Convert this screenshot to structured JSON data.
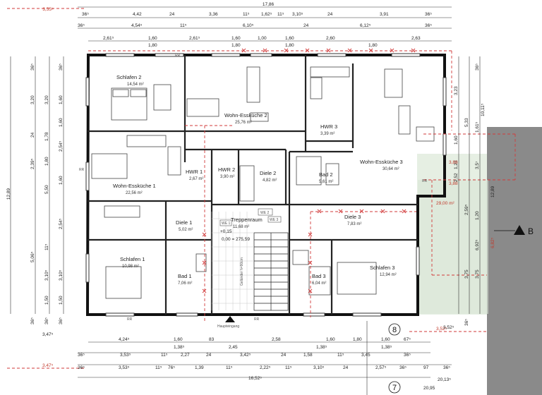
{
  "rooms": [
    {
      "name": "Schlafen 2",
      "area": "14,54 m²"
    },
    {
      "name": "Wohn-Essküche 2",
      "area": "25,76 m²"
    },
    {
      "name": "HWR 3",
      "area": "3,39 m²"
    },
    {
      "name": "Wohn-Essküche 3",
      "area": "30,64 m²"
    },
    {
      "name": "HWR 1",
      "area": "2,67 m²"
    },
    {
      "name": "HWR 2",
      "area": "3,90 m²"
    },
    {
      "name": "Diele 2",
      "area": "4,82 m²"
    },
    {
      "name": "Bad 2",
      "area": "5,61 m²"
    },
    {
      "name": "Wohn-Essküche 1",
      "area": "22,56 m²"
    },
    {
      "name": "Diele 1",
      "area": "5,02 m²"
    },
    {
      "name": "Treppenraum",
      "area": "11,68 m²"
    },
    {
      "name": "Diele 3",
      "area": "7,83 m²"
    },
    {
      "name": "Schlafen 1",
      "area": "10,98 m²"
    },
    {
      "name": "Bad 1",
      "area": "7,06 m²"
    },
    {
      "name": "Bad 3",
      "area": "6,04 m²"
    },
    {
      "name": "Schlafen 3",
      "area": "12,94 m²"
    }
  ],
  "annotations": {
    "we1": "WE 1",
    "we2": "WE 2",
    "we3": "WE 3",
    "level1": "+0,15",
    "level2": "0,00 = 275,59",
    "entrance": "Haupteingang",
    "terrace_area": "29,00 m²",
    "section": "B",
    "axis8": "8",
    "axis7": "7",
    "stair_note": "Geländer h=90cm",
    "rr": "RR"
  },
  "dims": {
    "top_overall": "17,86",
    "top_red_left": "3,55⁵",
    "row1": [
      "36⁵",
      "4,42",
      "24",
      "3,36",
      "11⁵",
      "1,62⁵",
      "11⁵",
      "3,10⁵",
      "24",
      "3,91",
      "36⁵"
    ],
    "row2": [
      "36⁵",
      "4,54⁵",
      "11⁵",
      "6,10⁵",
      "24",
      "6,12⁵",
      "36⁵"
    ],
    "row3a": [
      "2,61⁵",
      "1,60",
      "2,61⁵",
      "1,60",
      "1,00",
      "1,60",
      "2,60",
      "2,63"
    ],
    "row3b": [
      "1,80",
      "1,80",
      "1,80",
      "1,80"
    ],
    "left_outer": "12,89",
    "left_a": [
      "36⁵",
      "3,20",
      "24",
      "2,39⁵",
      "5,06⁵",
      "36⁵"
    ],
    "left_b": [
      "3,20",
      "1,78",
      "5,50",
      "1,80",
      "11⁵",
      "3,10⁵",
      "1,50",
      "36⁵"
    ],
    "left_c": [
      "36⁵",
      "1,60",
      "1,60",
      "2,54⁵",
      "1,60",
      "2,54⁵",
      "3,10⁵",
      "1,50",
      "36⁵"
    ],
    "right_a": [
      "3,23",
      "5,33",
      "1,60",
      "1,23",
      "2,52",
      "2,59⁵",
      "3,75",
      "36⁵"
    ],
    "right_b": [
      "36⁵",
      "1,61⁵",
      "3,5⁷",
      "1,20",
      "6,92⁵",
      "3,75"
    ],
    "right_c": [
      "10,11⁵",
      "3,88",
      "12,89"
    ],
    "right_red": [
      "3,88",
      "6,82⁵",
      "3,52⁵"
    ],
    "bottom_red_left": "3,47⁵",
    "bottom_red_left2": "3,47⁵",
    "b_row1": [
      "4,24⁵",
      "1,60",
      "83",
      "2,58",
      "1,60",
      "1,80",
      "1,60",
      "67⁵"
    ],
    "b_row1b": [
      "1,38⁵",
      "2,45",
      "1,38⁵",
      "1,38⁵"
    ],
    "b_row2": [
      "36⁵",
      "3,53⁵",
      "11⁵",
      "2,27",
      "24",
      "3,42⁵",
      "24",
      "1,58",
      "11⁵",
      "3,45",
      "36⁵"
    ],
    "b_row3": [
      "36⁵",
      "3,53⁵",
      "11⁵",
      "76⁵",
      "1,39",
      "11⁵",
      "2,22⁵",
      "11⁵",
      "3,10⁵",
      "24",
      "2,57⁵",
      "36⁵",
      "97",
      "36⁵"
    ],
    "b_overall": "16,52⁵",
    "b_right": [
      "3,52⁵",
      "20,13⁵",
      "20,95"
    ]
  }
}
